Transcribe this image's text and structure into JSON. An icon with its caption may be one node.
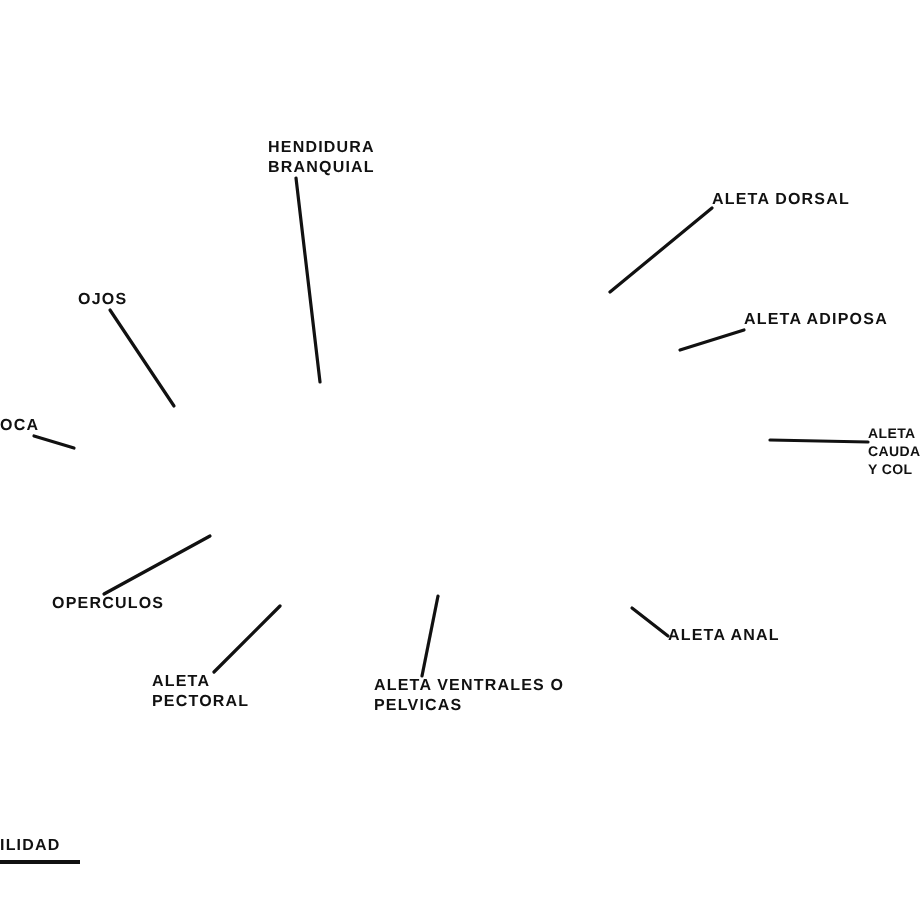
{
  "diagram": {
    "nodes": [
      {
        "text": [
          "HENDIDURA BRANQUIAL"
        ]
      },
      {
        "text": [
          "ALETA DORSAL"
        ]
      },
      {
        "text": [
          "OJOS"
        ]
      },
      {
        "text": [
          "ALETA ADIPOSA"
        ]
      },
      {
        "text": [
          "OCA"
        ]
      },
      {
        "text": [
          "ALETA CAUDA Y COL"
        ]
      },
      {
        "text": [
          "OPERCULOS"
        ]
      },
      {
        "text": [
          "ALETA ANAL"
        ]
      },
      {
        "text": [
          "ALETA PECTORAL"
        ]
      },
      {
        "text": [
          "ALETA VENTRALES O PELVICAS"
        ]
      }
    ],
    "edges": [
      {
        "from": 0,
        "to": null,
        "arrow": "none"
      },
      {
        "from": 1,
        "to": null,
        "arrow": "none"
      },
      {
        "from": 2,
        "to": null,
        "arrow": "none"
      },
      {
        "from": 3,
        "to": null,
        "arrow": "none"
      },
      {
        "from": 4,
        "to": null,
        "arrow": "none"
      },
      {
        "from": 5,
        "to": null,
        "arrow": "none"
      },
      {
        "from": 6,
        "to": null,
        "arrow": "none"
      },
      {
        "from": 7,
        "to": null,
        "arrow": "none"
      },
      {
        "from": 8,
        "to": null,
        "arrow": "none"
      },
      {
        "from": 9,
        "to": null,
        "arrow": "none"
      }
    ],
    "labels": [
      "ILIDAD"
    ]
  }
}
